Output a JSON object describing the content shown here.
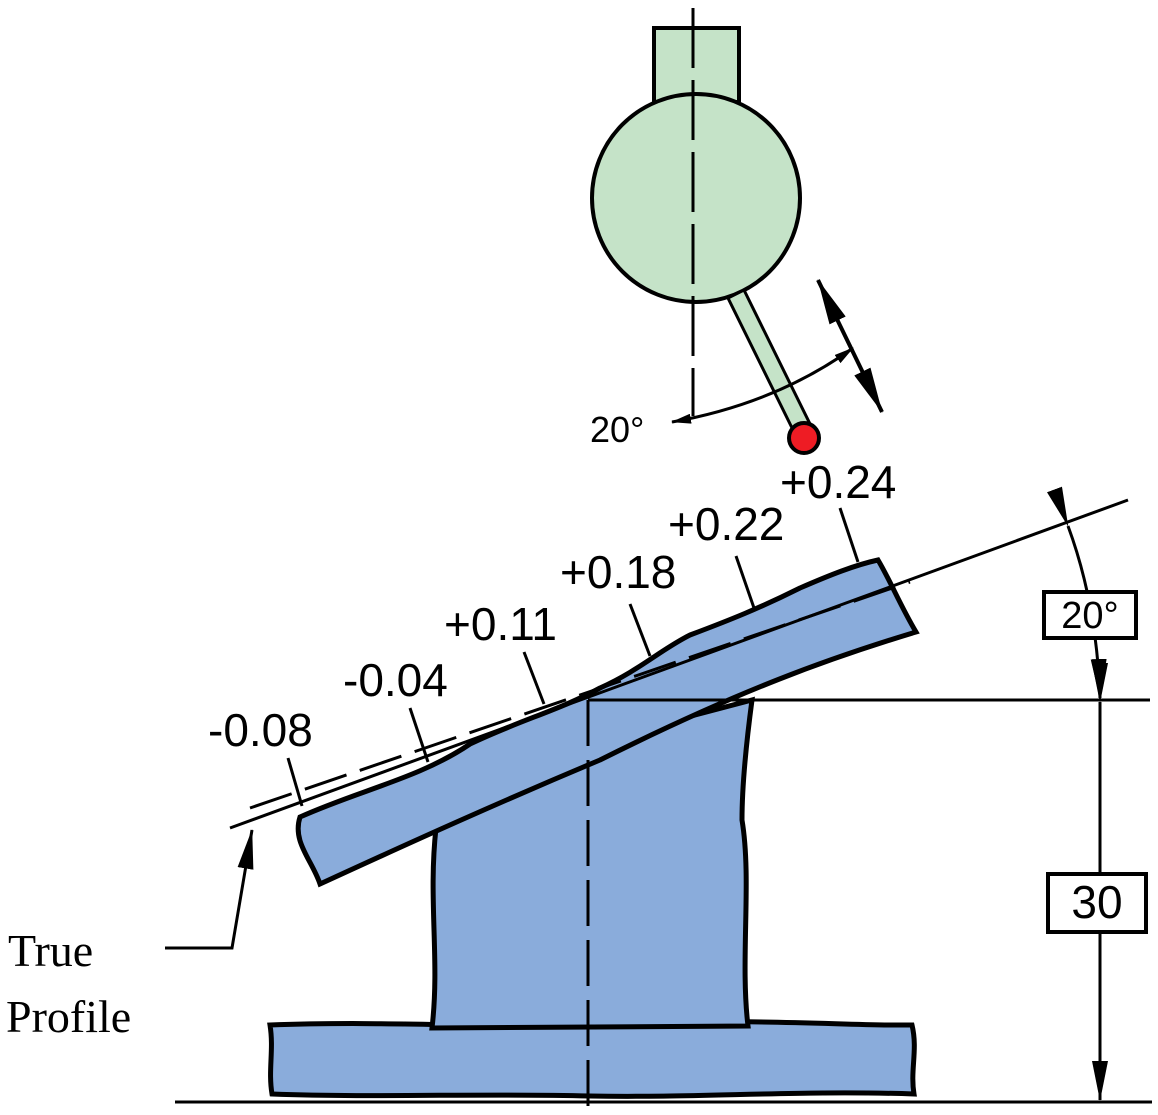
{
  "figure": {
    "probe_angle_label": "20°",
    "readings": [
      "-0.08",
      "-0.04",
      "+0.11",
      "+0.18",
      "+0.22",
      "+0.24"
    ],
    "true_profile_label_line1": "True",
    "true_profile_label_line2": "Profile",
    "basic_angle": "20°",
    "basic_height": "30"
  },
  "colors": {
    "part_fill": "#8aacdb",
    "indicator_fill": "#c5e3c8",
    "probe_tip": "#ee1c24",
    "stroke": "#000000"
  }
}
